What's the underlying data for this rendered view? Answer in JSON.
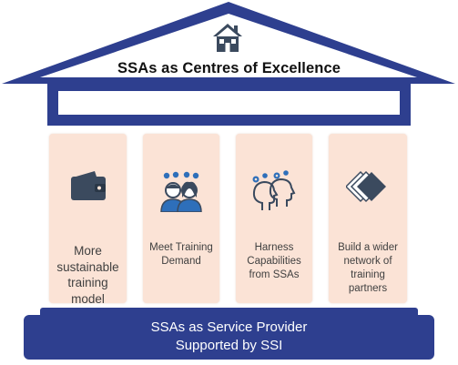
{
  "roof": {
    "title": "SSAs as Centres of Excellence",
    "icon": "house-icon"
  },
  "pillars": [
    {
      "label": "More sustainable training model",
      "icon": "wallet-icon"
    },
    {
      "label": "Meet Training Demand",
      "icon": "people-icon"
    },
    {
      "label": "Harness Capabilities from SSAs",
      "icon": "heads-gears-icon"
    },
    {
      "label": "Build a wider network of training partners",
      "icon": "layered-diamonds-icon"
    }
  ],
  "base": {
    "line1": "SSAs as Service Provider",
    "line2": "Supported by SSI"
  },
  "colors": {
    "navy": "#2e3f8f",
    "pillar": "#fbe3d6",
    "icon_dark": "#3b4a5e",
    "icon_blue": "#2e6fba"
  }
}
